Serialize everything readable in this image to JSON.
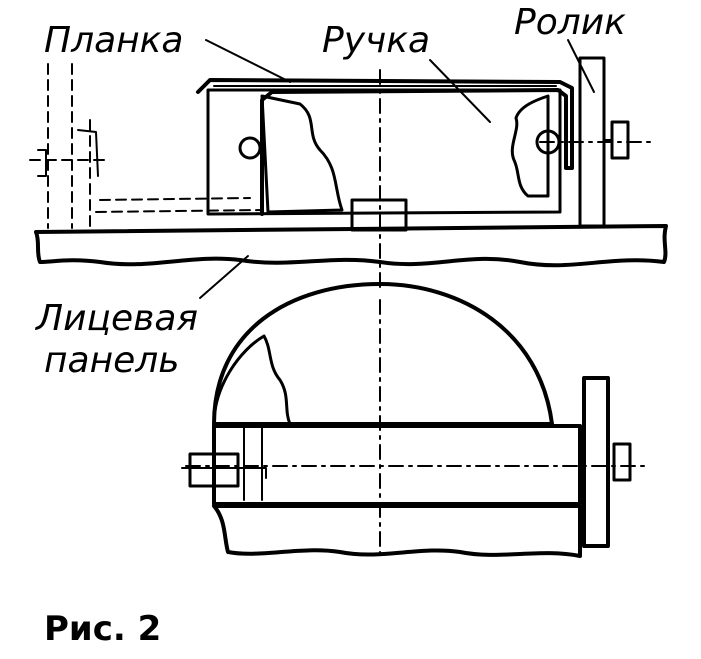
{
  "labels": {
    "bar": "Планка",
    "handle": "Ручка",
    "roller": "Ролик",
    "panel_line1": "Лицевая",
    "panel_line2": "панель"
  },
  "caption": "Рис. 2",
  "colors": {
    "ink": "#000000",
    "paper": "#ffffff"
  }
}
